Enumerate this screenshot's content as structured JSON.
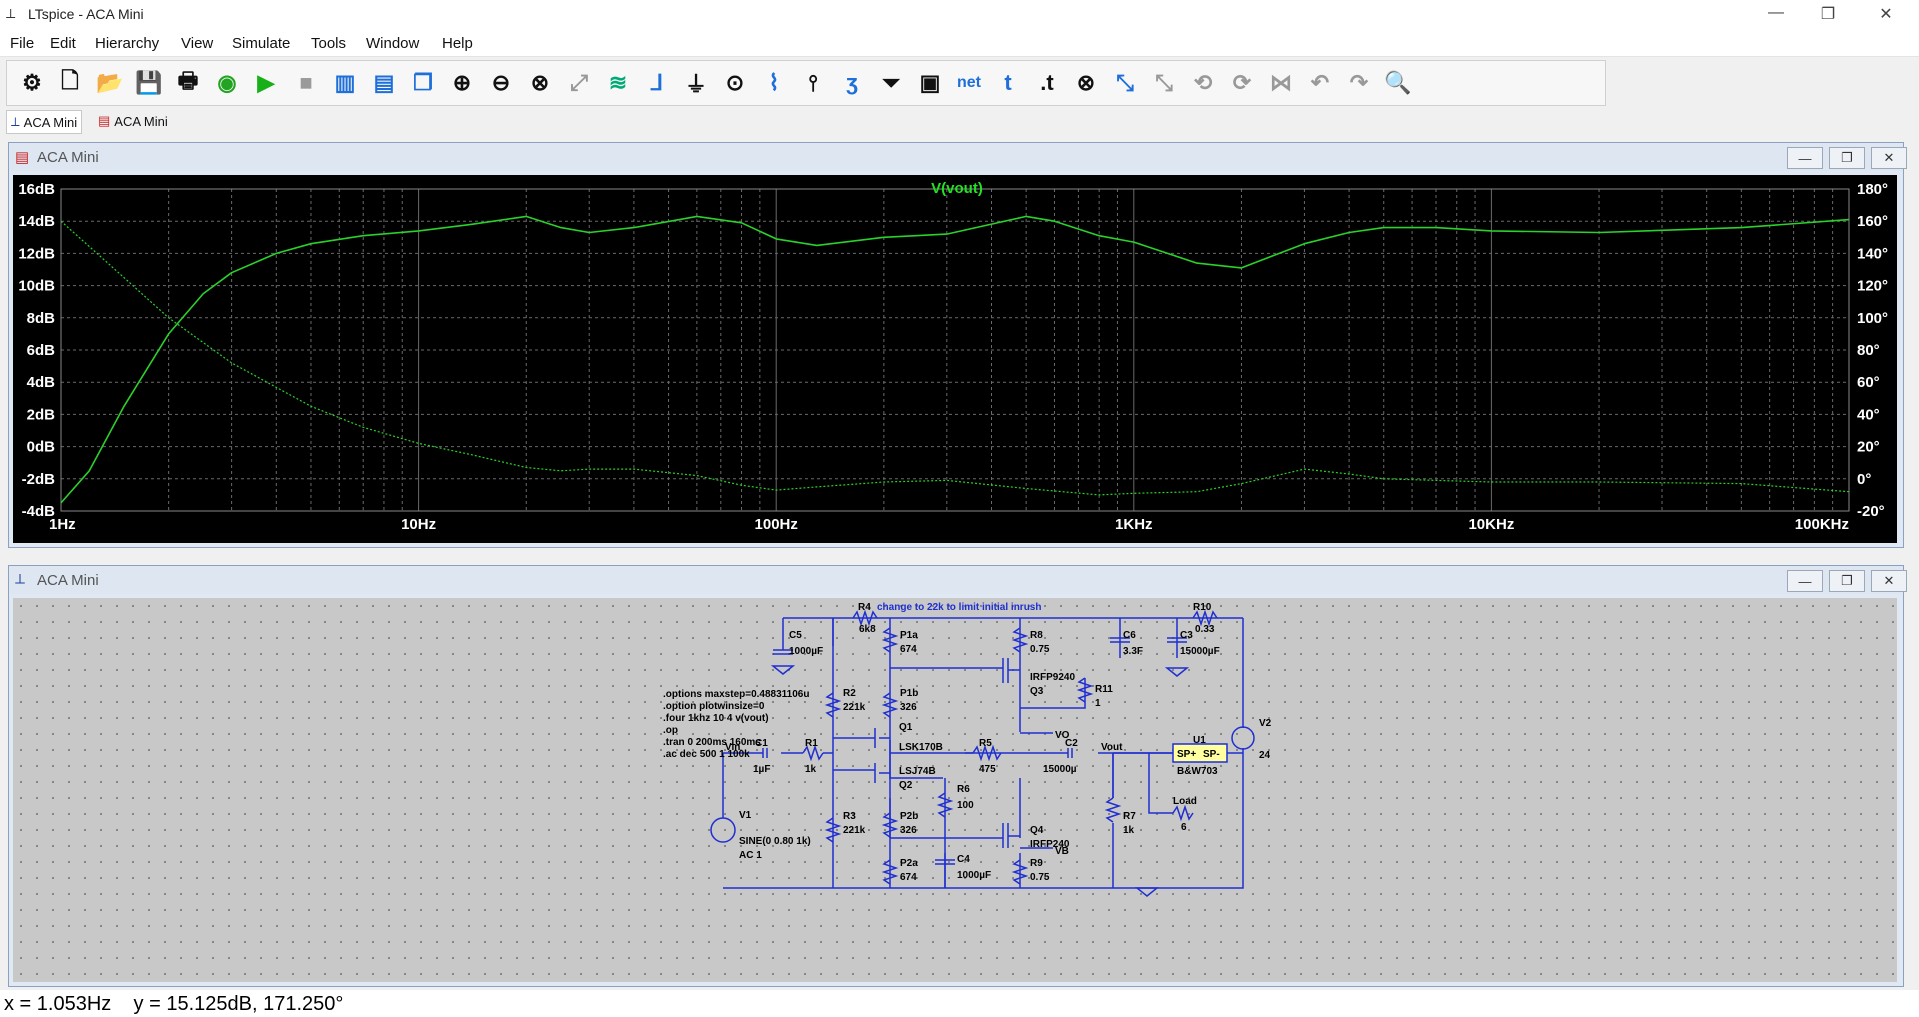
{
  "window": {
    "title": "LTspice - ACA Mini",
    "minimize": "—",
    "restore": "❐",
    "close": "✕"
  },
  "menu": [
    "File",
    "Edit",
    "Hierarchy",
    "View",
    "Simulate",
    "Tools",
    "Window",
    "Help"
  ],
  "toolbar": {
    "icons": [
      "gear-icon",
      "new-schematic-icon",
      "open-icon",
      "save-icon",
      "print-icon",
      "ac-analysis-icon",
      "run-icon",
      "halt-icon",
      "tile-vertical-icon",
      "tile-horizontal-icon",
      "cascade-icon",
      "zoom-in-icon",
      "zoom-out-icon",
      "zoom-fit-icon",
      "zoom-back-icon",
      "autorange-icon",
      "wire-icon",
      "ground-icon",
      "label-node-icon",
      "resistor-icon",
      "capacitor-icon",
      "inductor-icon",
      "diode-icon",
      "component-icon",
      "net-label-icon",
      "text-icon",
      "spice-directive-icon",
      "delete-icon",
      "move-icon",
      "drag-icon",
      "mirror-icon",
      "rotate-icon",
      "copy-icon",
      "undo-icon",
      "redo-icon",
      "find-icon"
    ],
    "net_label": "net",
    "text_label": "t",
    "directive_label": ".t"
  },
  "tabs": [
    {
      "label": "ACA Mini",
      "icon": "schematic-icon",
      "active": true
    },
    {
      "label": "ACA Mini",
      "icon": "waveform-icon",
      "active": false
    }
  ],
  "plot_window": {
    "title": "ACA Mini",
    "icon": "waveform-icon"
  },
  "schematic_window": {
    "title": "ACA Mini",
    "icon": "schematic-icon"
  },
  "chart_data": {
    "type": "line",
    "title": "V(vout)",
    "x_scale": "log",
    "xlim": [
      1,
      100000
    ],
    "x_ticks": [
      "1Hz",
      "10Hz",
      "100Hz",
      "1KHz",
      "10KHz",
      "100KHz"
    ],
    "ylim_left": [
      -4,
      16
    ],
    "y_ticks_left": [
      "16dB",
      "14dB",
      "12dB",
      "10dB",
      "8dB",
      "6dB",
      "4dB",
      "2dB",
      "0dB",
      "-2dB",
      "-4dB"
    ],
    "ylim_right": [
      -20,
      180
    ],
    "y_ticks_right": [
      "180°",
      "160°",
      "140°",
      "120°",
      "100°",
      "80°",
      "60°",
      "40°",
      "20°",
      "0°",
      "-20°"
    ],
    "grid": true,
    "color": "#2bd12b",
    "series": [
      {
        "name": "V(vout)",
        "unit": "dB",
        "x": [
          1,
          1.2,
          1.5,
          2,
          2.5,
          3,
          4,
          5,
          7,
          10,
          14,
          20,
          25,
          30,
          40,
          60,
          80,
          100,
          130,
          200,
          300,
          500,
          600,
          800,
          1000,
          1500,
          2000,
          3000,
          4000,
          5000,
          7000,
          10000,
          20000,
          50000,
          100000
        ],
        "values": [
          -3.5,
          -1.5,
          2.5,
          7,
          9.5,
          10.8,
          12,
          12.6,
          13.1,
          13.4,
          13.8,
          14.3,
          13.6,
          13.3,
          13.6,
          14.3,
          13.9,
          12.9,
          12.5,
          13,
          13.2,
          14.3,
          14,
          13.1,
          12.7,
          11.4,
          11.1,
          12.6,
          13.3,
          13.6,
          13.6,
          13.4,
          13.3,
          13.6,
          14.1
        ]
      },
      {
        "name": "phase",
        "unit": "°",
        "x": [
          1,
          1.5,
          2,
          3,
          5,
          7,
          10,
          14,
          20,
          25,
          30,
          40,
          60,
          80,
          100,
          130,
          200,
          300,
          500,
          800,
          1000,
          1500,
          2000,
          3000,
          4000,
          5000,
          7000,
          10000,
          20000,
          50000,
          100000
        ],
        "values": [
          160,
          125,
          100,
          72,
          45,
          32,
          22,
          15,
          7,
          5,
          6,
          6,
          2,
          -4,
          -7,
          -5,
          -2,
          -1,
          -6,
          -10,
          -9,
          -8,
          -3,
          6,
          3,
          0,
          -1,
          -2,
          -2,
          -3,
          -8
        ]
      }
    ]
  },
  "schematic": {
    "labels": {
      "R4": "R4",
      "R4_note": "change to 22k to limit initial inrush",
      "R4v": "6k8",
      "R10": "R10",
      "R10v": "0.33",
      "C5": "C5",
      "C5v": "1000µF",
      "P1a": "P1a",
      "P1av": "674",
      "R8": "R8",
      "R8v": "0.75",
      "C6": "C6",
      "C6v": "3.3F",
      "C3": "C3",
      "C3v": "15000µF",
      "Q3m": "IRFP9240",
      "Q3": "Q3",
      "R11": "R11",
      "R11v": "1",
      "R2": "R2",
      "R2v": "221k",
      "P1b": "P1b",
      "P1bv": "326",
      "V2": "V2",
      "V2v": "24",
      "Q1": "Q1",
      "Q1m": "LSK170B",
      "VO": "VO",
      "Vin": "Vin",
      "C1": "C1",
      "C1v": "1µF",
      "R1": "R1",
      "R1v": "1k",
      "R5": "R5",
      "R5v": "475",
      "C2": "C2",
      "C2v": "15000µ",
      "Vout": "Vout",
      "U1": "U1",
      "U1p": "SP+",
      "U1n": "SP-",
      "U1m": "B&W703",
      "Q2m": "LSJ74B",
      "Q2": "Q2",
      "R6": "R6",
      "R6v": "100",
      "V1": "V1",
      "V1v": "SINE(0 0.80 1k)",
      "V1ac": "AC 1",
      "R3": "R3",
      "R3v": "221k",
      "P2b": "P2b",
      "P2bv": "326",
      "Q4": "Q4",
      "Q4m": "IRFP240",
      "R7": "R7",
      "R7v": "1k",
      "Load": "Load",
      "Loadv": "6",
      "VB": "VB",
      "P2a": "P2a",
      "P2av": "674",
      "C4": "C4",
      "C4v": "1000µF",
      "R9": "R9",
      "R9v": "0.75"
    },
    "directives": [
      ".options maxstep=0.48831106u",
      ".option plotwinsize=0",
      ".four 1khz 10 4 v(vout)",
      ".op",
      ".tran 0 200ms 160ms",
      ".ac dec 500 1 100k"
    ]
  },
  "status": {
    "x_readout": "x = 1.053Hz",
    "y_readout": "y = 15.125dB, 171.250°"
  }
}
